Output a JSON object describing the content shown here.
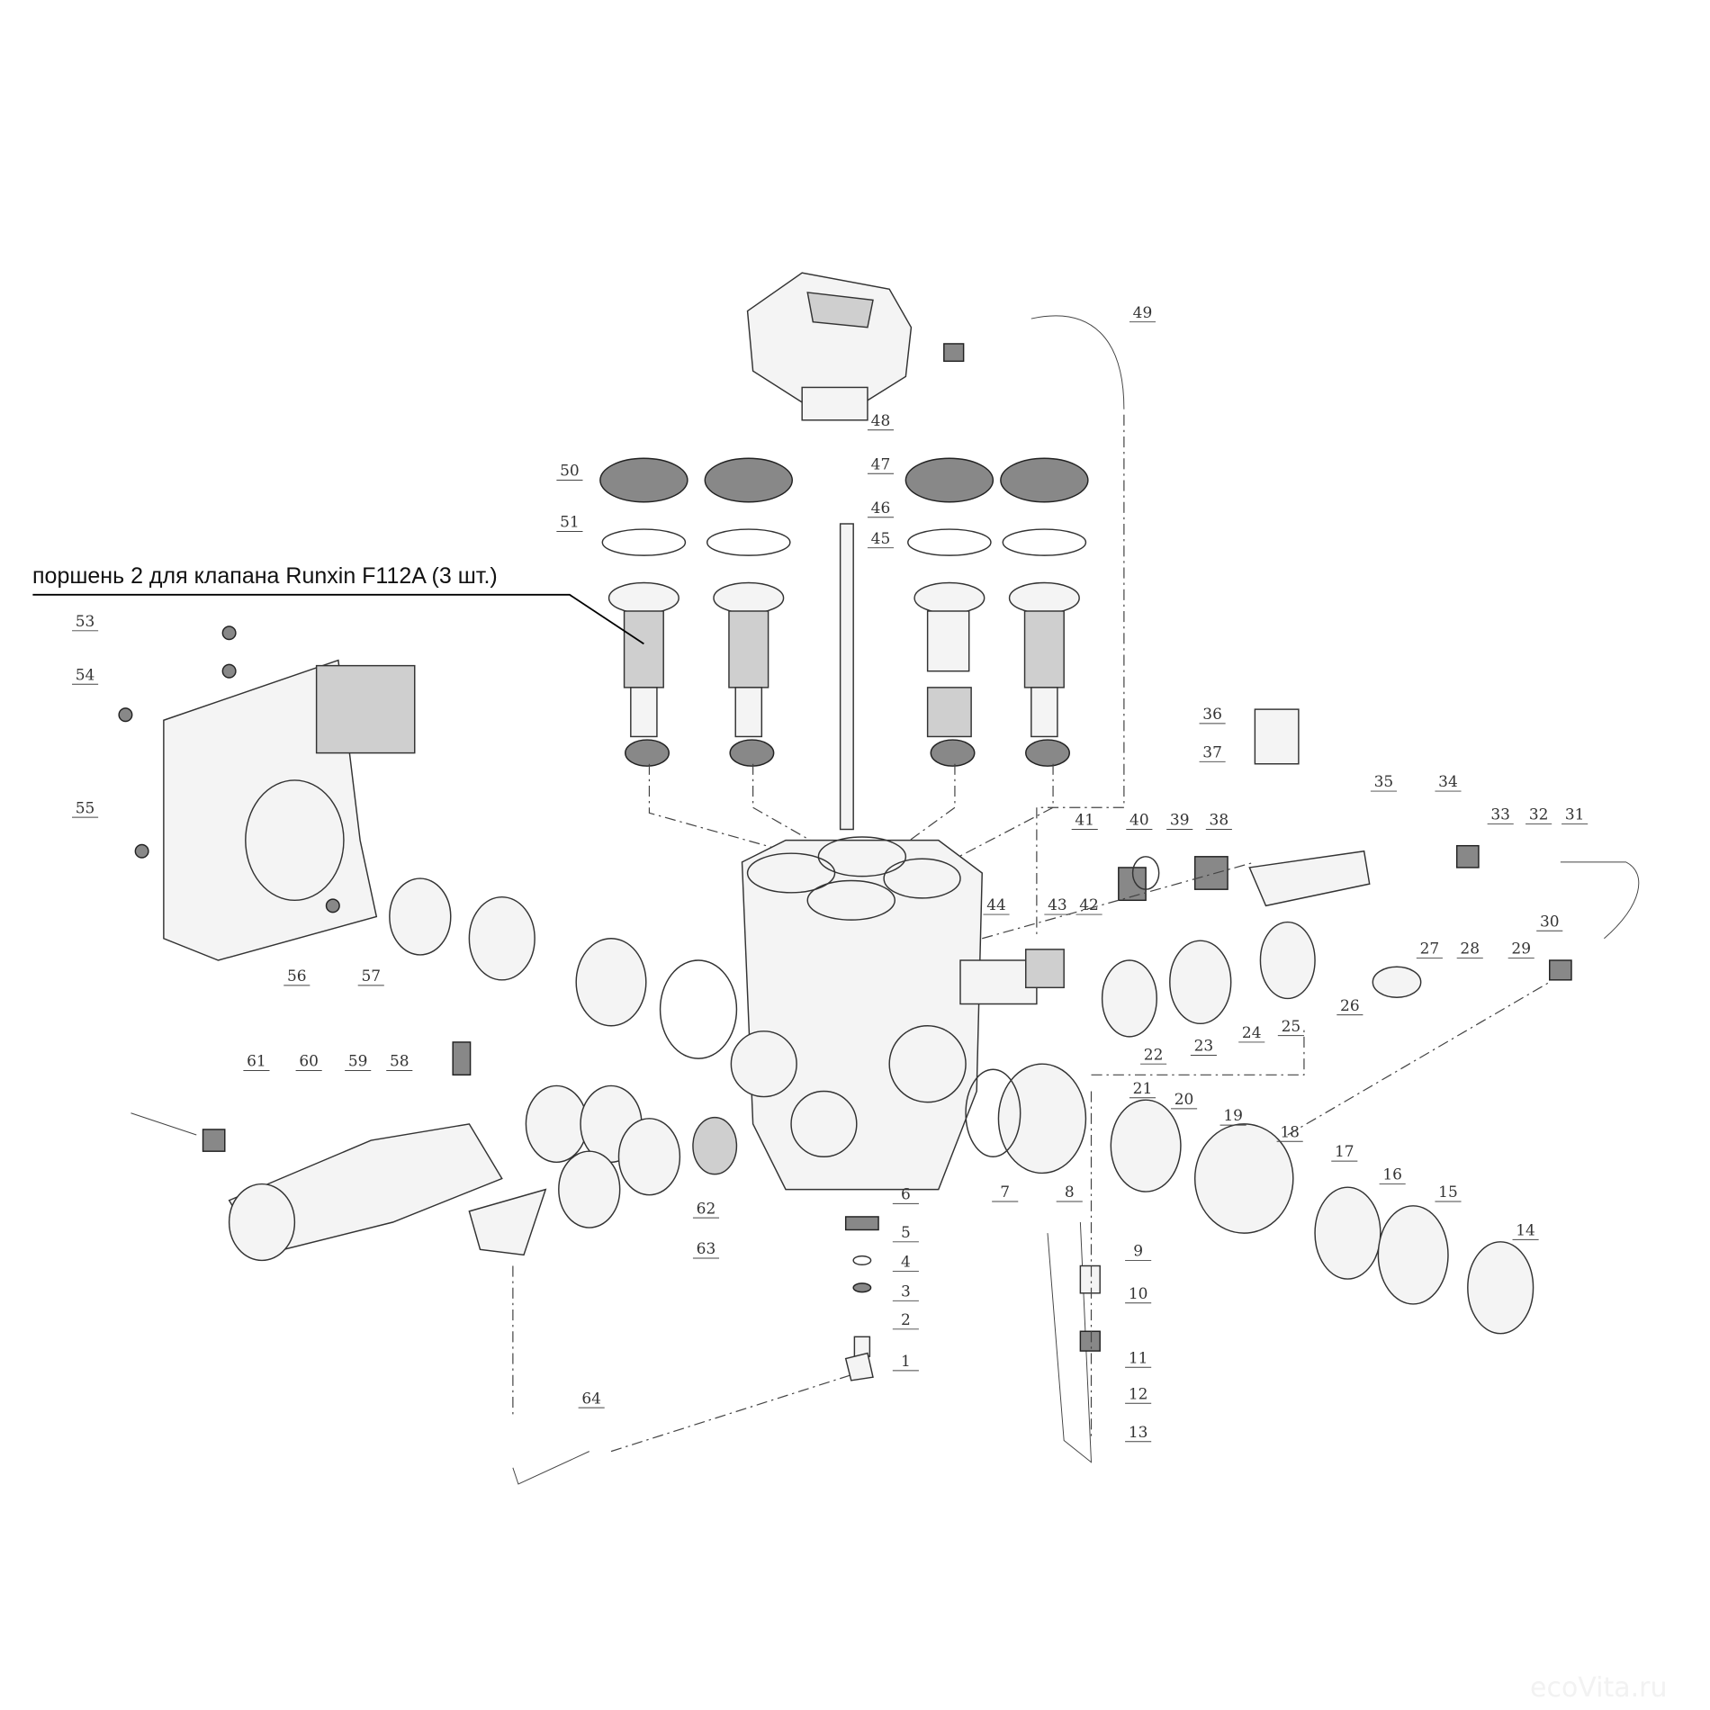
{
  "diagram": {
    "callout": "поршень 2 для клапана Runxin F112A (3 шт.)",
    "watermark": "ecoVita.ru",
    "part_numbers": [
      "1",
      "2",
      "3",
      "4",
      "5",
      "6",
      "7",
      "8",
      "9",
      "10",
      "11",
      "12",
      "13",
      "14",
      "15",
      "16",
      "17",
      "18",
      "19",
      "20",
      "21",
      "22",
      "23",
      "24",
      "25",
      "26",
      "27",
      "28",
      "29",
      "30",
      "31",
      "32",
      "33",
      "34",
      "35",
      "36",
      "37",
      "38",
      "39",
      "40",
      "41",
      "42",
      "43",
      "44",
      "45",
      "46",
      "47",
      "48",
      "49",
      "50",
      "51",
      "53",
      "54",
      "55",
      "56",
      "57",
      "58",
      "59",
      "60",
      "61",
      "62",
      "63",
      "64"
    ]
  }
}
